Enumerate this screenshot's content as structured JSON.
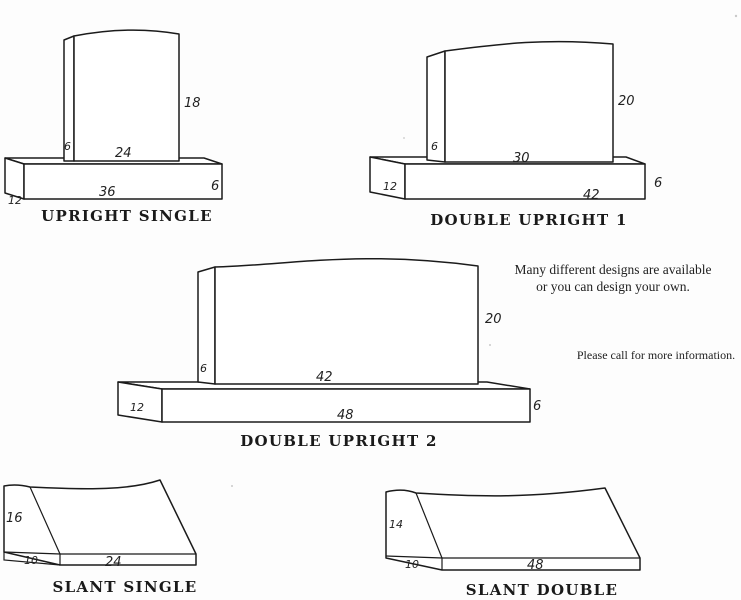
{
  "monuments": {
    "upright_single": {
      "caption": "UPRIGHT SINGLE",
      "dims": {
        "height": "18",
        "thickness": "6",
        "width": "24",
        "base_width": "36",
        "base_height": "6",
        "base_depth": "12"
      }
    },
    "double_upright_1": {
      "caption": "DOUBLE UPRIGHT 1",
      "dims": {
        "height": "20",
        "thickness": "6",
        "width": "30",
        "base_width": "42",
        "base_height": "6",
        "base_depth": "12"
      }
    },
    "double_upright_2": {
      "caption": "DOUBLE UPRIGHT 2",
      "dims": {
        "height": "20",
        "thickness": "6",
        "width": "42",
        "base_width": "48",
        "base_height": "6",
        "base_depth": "12"
      }
    },
    "slant_single": {
      "caption": "SLANT SINGLE",
      "dims": {
        "height": "16",
        "depth": "10",
        "width": "24"
      }
    },
    "slant_double": {
      "caption": "SLANT DOUBLE",
      "dims": {
        "height": "14",
        "depth": "10",
        "width": "48"
      }
    }
  },
  "info": {
    "line1": "Many different designs are available",
    "line2": "or you can design your own.",
    "call": "Please call for more information."
  }
}
